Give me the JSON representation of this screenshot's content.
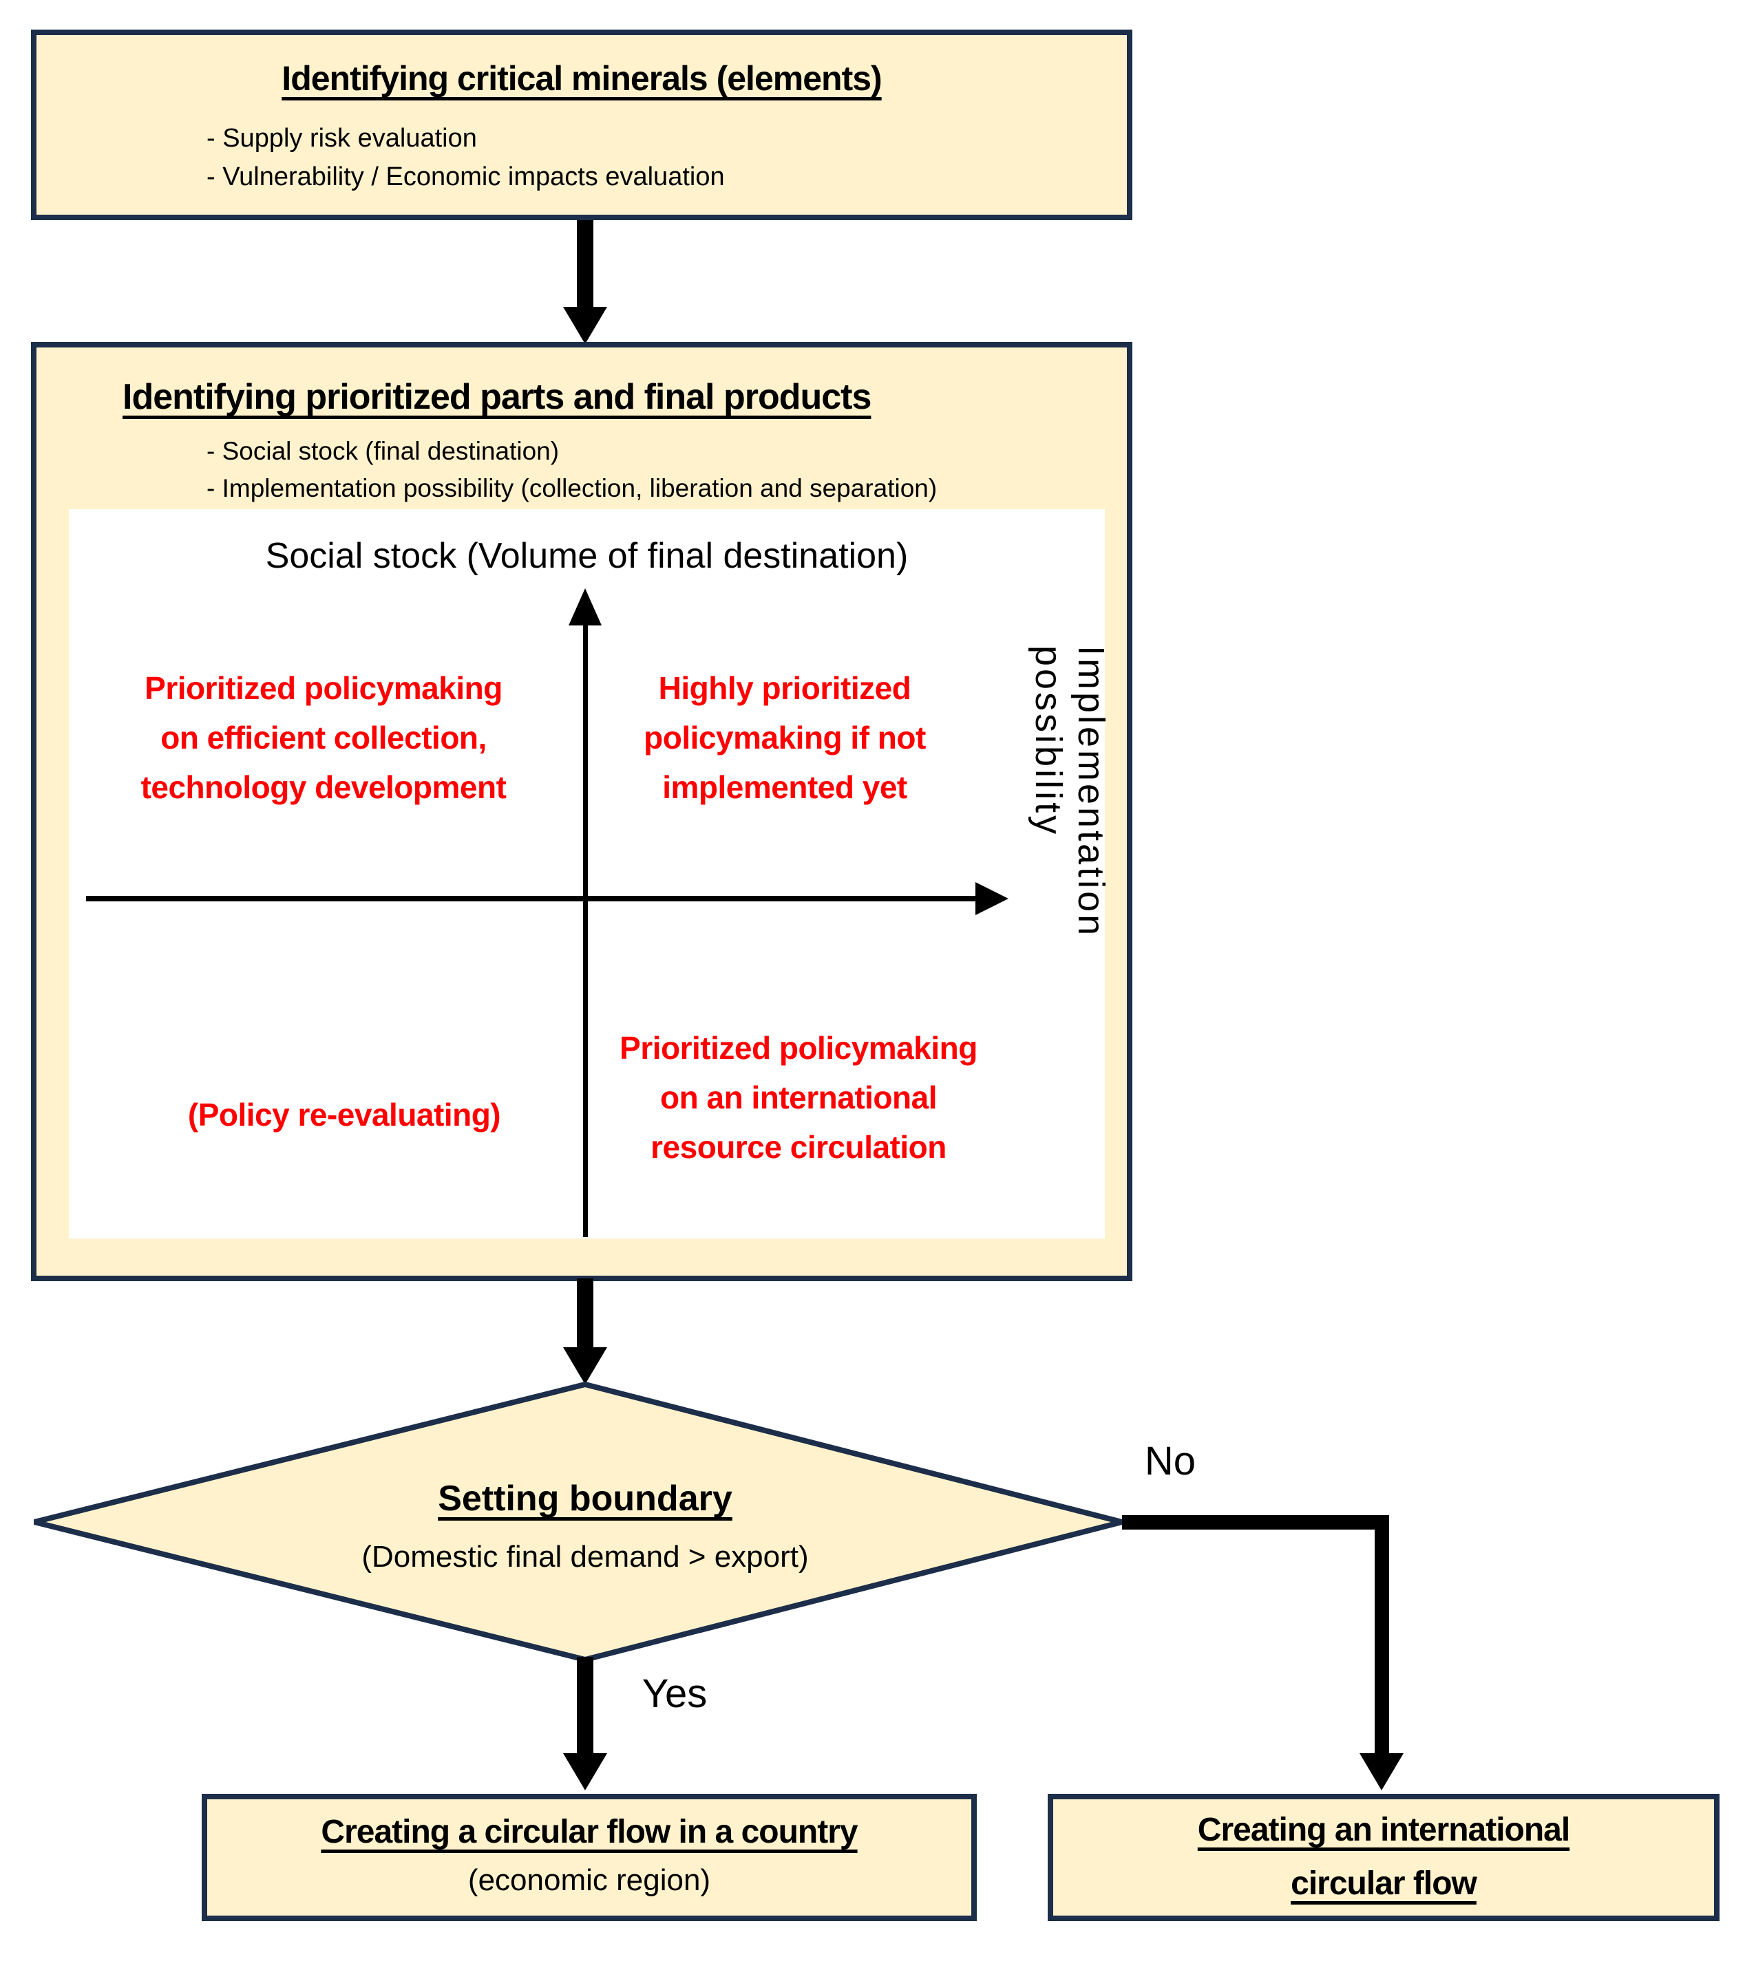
{
  "colors": {
    "fill": "#FFF2CC",
    "border": "#1C2E4A",
    "ink": "#000000",
    "red": "#FF0000",
    "panel": "#FFFFFF"
  },
  "box_critical": {
    "title": "Identifying critical minerals (elements)",
    "bullets": [
      "- Supply risk evaluation",
      "- Vulnerability / Economic impacts evaluation"
    ]
  },
  "box_prioritized": {
    "title": "Identifying prioritized parts and final products",
    "bullets": [
      "- Social stock (final destination)",
      "- Implementation possibility (collection, liberation and separation)"
    ]
  },
  "quadrant_chart": {
    "title": "Social stock (Volume of final destination)",
    "x_axis_label": "Implementation possibility",
    "top_left": [
      "Prioritized policymaking",
      "on efficient collection,",
      "technology development"
    ],
    "top_right": [
      "Highly prioritized",
      "policymaking if not",
      "implemented yet"
    ],
    "bottom_left": [
      "(Policy re-evaluating)"
    ],
    "bottom_right": [
      "Prioritized policymaking",
      "on an international",
      "resource circulation"
    ]
  },
  "decision": {
    "title": "Setting boundary",
    "condition": "(Domestic final demand > export)",
    "yes_label": "Yes",
    "no_label": "No"
  },
  "outcome_domestic": {
    "title": "Creating a circular flow in a country",
    "subtitle": "(economic region)"
  },
  "outcome_international": {
    "lines": [
      "Creating an international",
      "circular flow"
    ]
  }
}
